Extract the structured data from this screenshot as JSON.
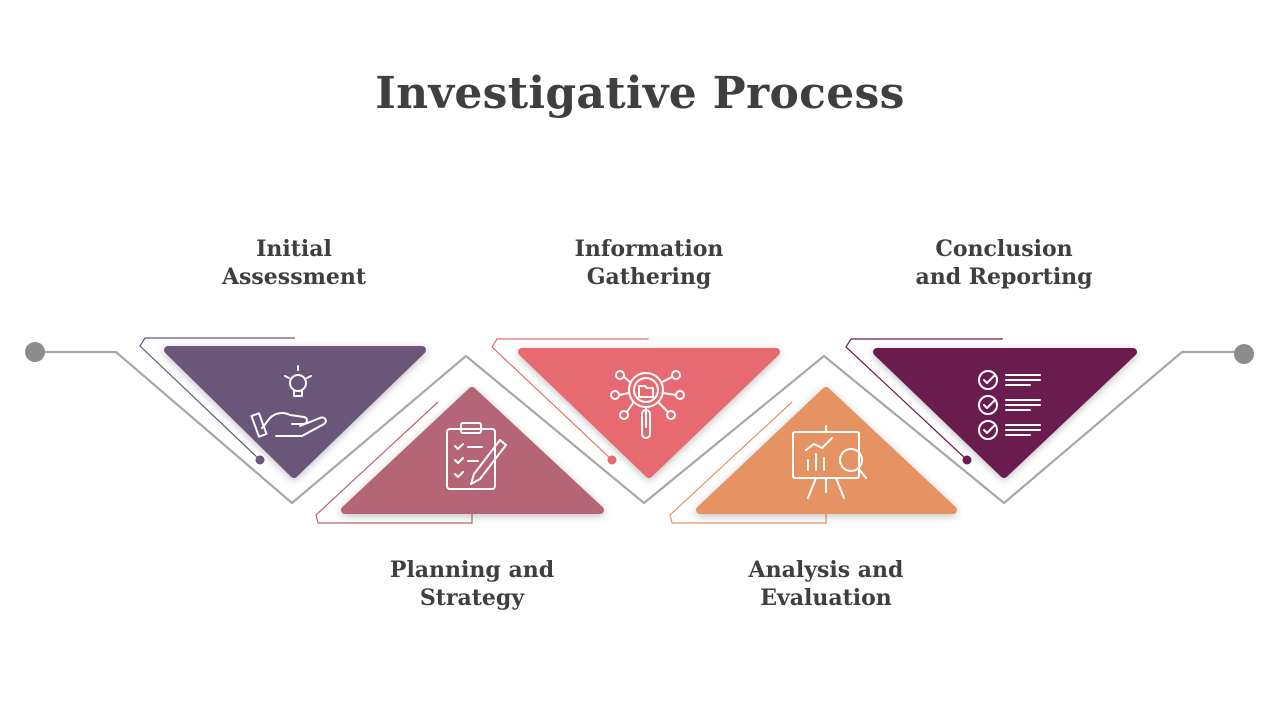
{
  "title": "Investigative Process",
  "steps": [
    {
      "line1": "Initial",
      "line2": "Assessment",
      "color": "#6b5779",
      "icon": "idea-hand-icon"
    },
    {
      "line1": "Planning and",
      "line2": "Strategy",
      "color": "#b46576",
      "icon": "clipboard-checklist-icon"
    },
    {
      "line1": "Information",
      "line2": "Gathering",
      "color": "#e66b70",
      "icon": "magnifier-network-icon"
    },
    {
      "line1": "Analysis and",
      "line2": "Evaluation",
      "color": "#e59364",
      "icon": "chart-presentation-search-icon"
    },
    {
      "line1": "Conclusion",
      "line2": "and Reporting",
      "color": "#6a1c4f",
      "icon": "checklist-icon"
    }
  ],
  "colors": {
    "connector": "#a7a7a7",
    "endpoint": "#8c8c8c",
    "text": "#3f3f3f"
  }
}
